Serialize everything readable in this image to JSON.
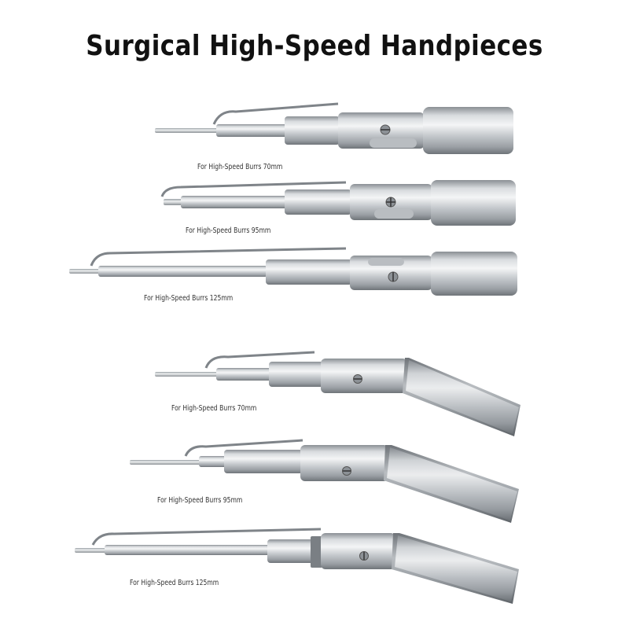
{
  "title": "Surgical High-Speed Handpieces",
  "colors": {
    "metal_light": "#e6e8ea",
    "metal_mid": "#b8bcc0",
    "metal_dark": "#7e8388",
    "text": "#111111"
  },
  "handpieces": [
    {
      "style": "straight",
      "caption": "For High-Speed Burrs 70mm"
    },
    {
      "style": "straight",
      "caption": "For High-Speed Burrs 95mm"
    },
    {
      "style": "straight",
      "caption": "For High-Speed Burrs 125mm"
    },
    {
      "style": "angled",
      "caption": "For High-Speed Burrs 70mm"
    },
    {
      "style": "angled",
      "caption": "For High-Speed Burrs 95mm"
    },
    {
      "style": "angled",
      "caption": "For High-Speed Burrs 125mm"
    }
  ]
}
